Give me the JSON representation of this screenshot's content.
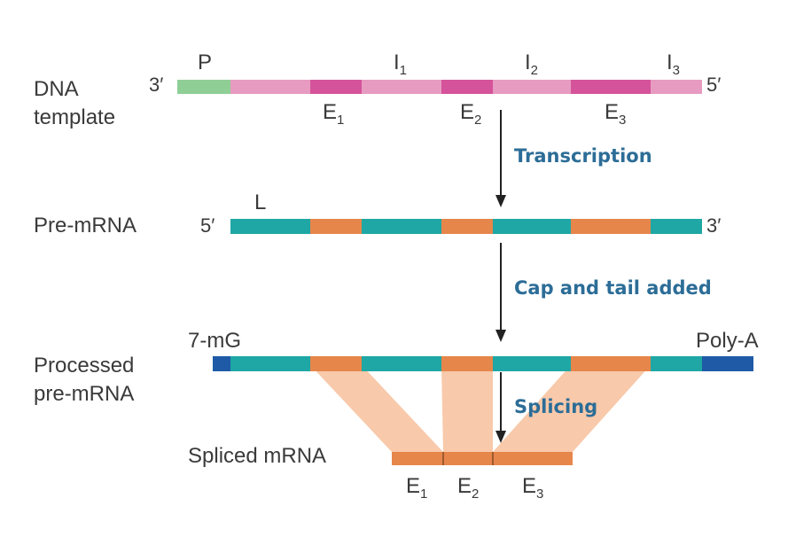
{
  "colors": {
    "promoter": "#8fcf96",
    "dna_intron": "#e79bc1",
    "dna_exon": "#d5539a",
    "rna_intron": "#1ea7a4",
    "rna_exon": "#e6864b",
    "cap_tail": "#1f5aa6",
    "splice_band": "#f8c9aa",
    "arrow": "#222222",
    "step_text": "#2c6d97",
    "label_text": "#3a3a3a"
  },
  "rows": {
    "dna": {
      "label_line1": "DNA",
      "label_line2": "template",
      "end_left": "3′",
      "end_right": "5′",
      "promoter": "P",
      "introns": [
        {
          "base": "I",
          "sub": "1"
        },
        {
          "base": "I",
          "sub": "2"
        },
        {
          "base": "I",
          "sub": "3"
        }
      ],
      "exons": [
        {
          "base": "E",
          "sub": "1"
        },
        {
          "base": "E",
          "sub": "2"
        },
        {
          "base": "E",
          "sub": "3"
        }
      ]
    },
    "pre_mrna": {
      "label": "Pre-mRNA",
      "end_left": "5′",
      "end_right": "3′",
      "leader": "L"
    },
    "processed": {
      "label_line1": "Processed",
      "label_line2": "pre-mRNA",
      "cap": "7-mG",
      "tail": "Poly-A"
    },
    "spliced": {
      "label": "Spliced mRNA",
      "exons": [
        {
          "base": "E",
          "sub": "1"
        },
        {
          "base": "E",
          "sub": "2"
        },
        {
          "base": "E",
          "sub": "3"
        }
      ]
    }
  },
  "steps": {
    "transcription": "Transcription",
    "cap_tail": "Cap and tail added",
    "splicing": "Splicing"
  }
}
